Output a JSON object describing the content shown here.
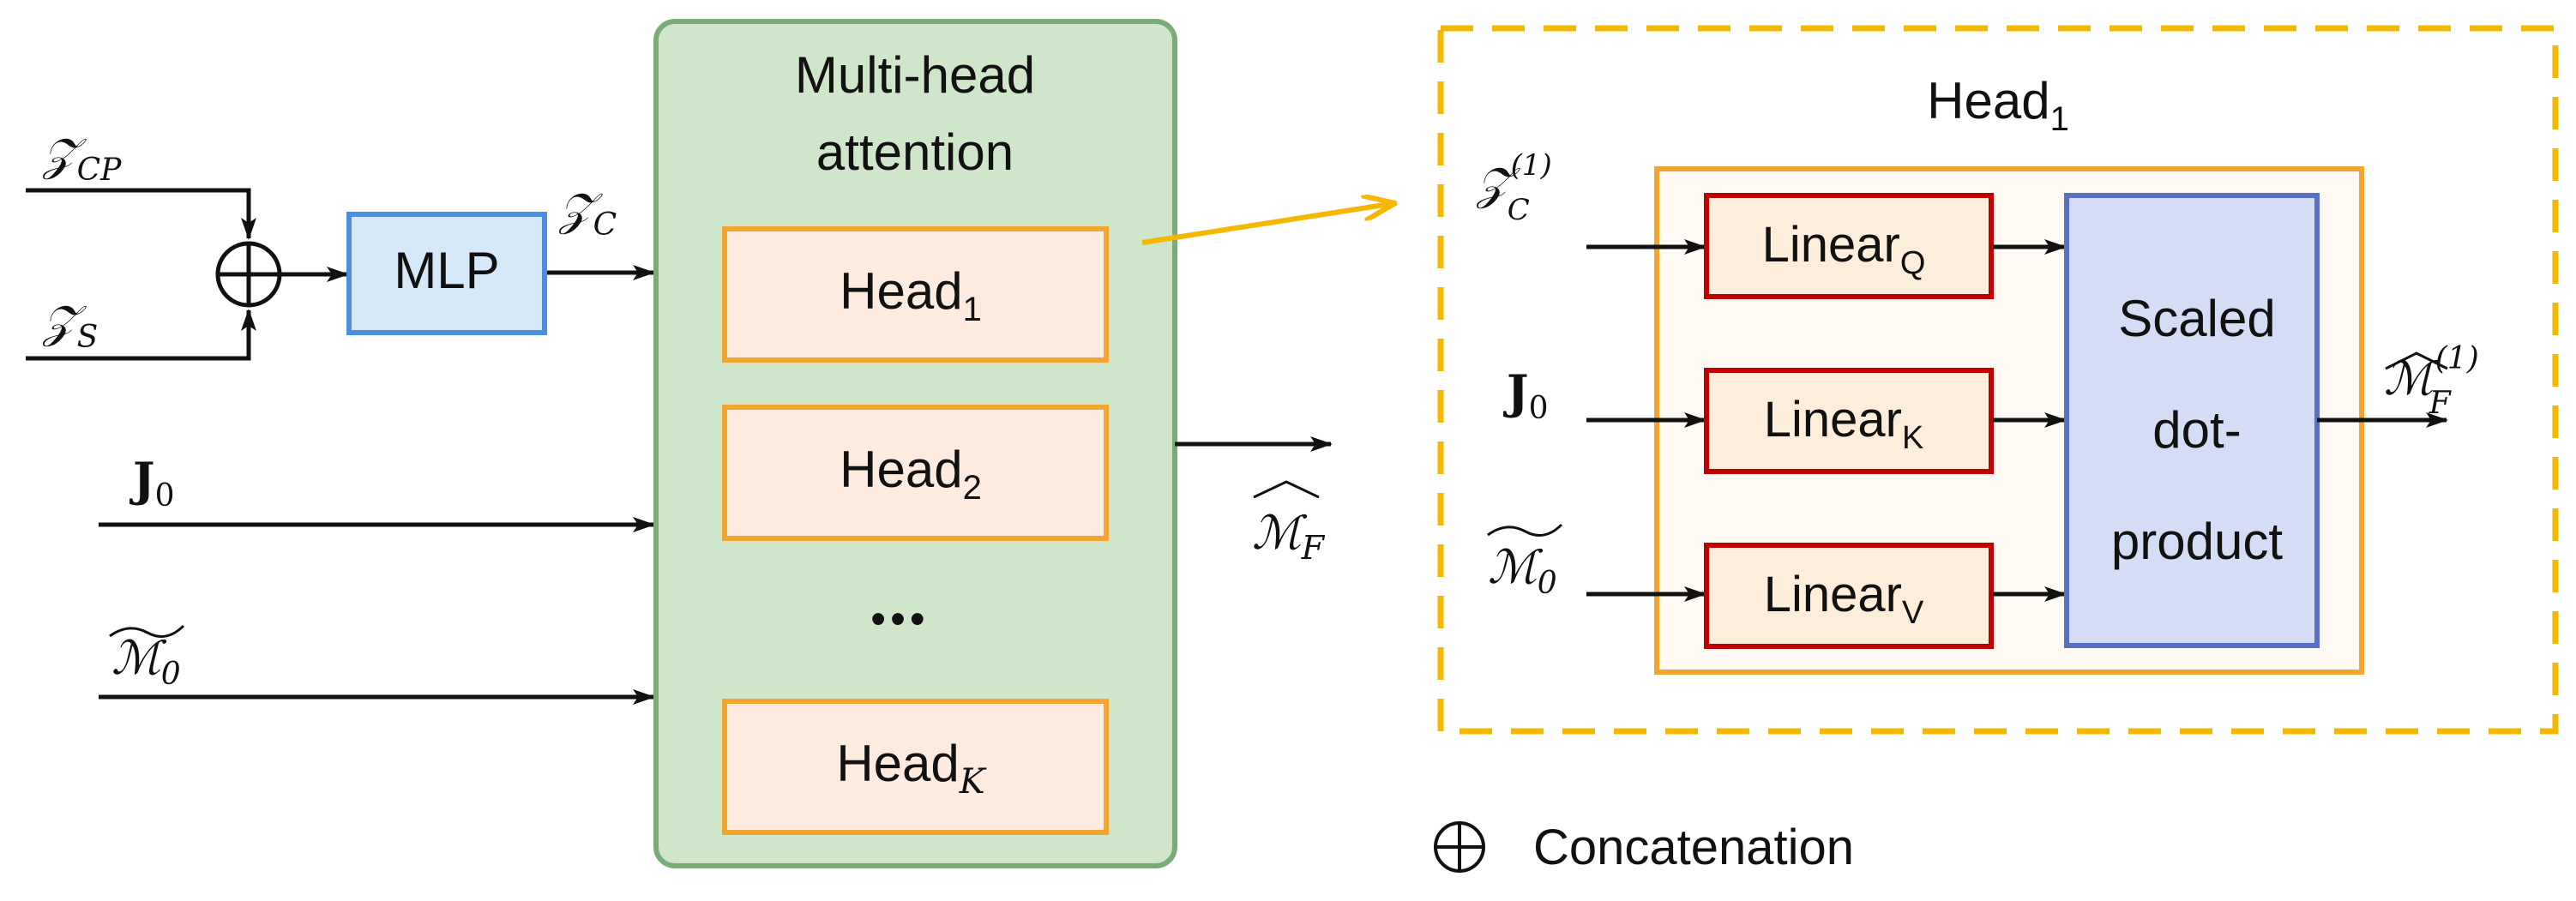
{
  "inputs": {
    "z_cp": {
      "base": "𝒵",
      "sub": "CP"
    },
    "z_s": {
      "base": "𝒵",
      "sub": "S"
    },
    "z_c": {
      "base": "𝒵",
      "sub": "C"
    },
    "j0": {
      "base": "J",
      "sub": "0"
    },
    "m0": {
      "base": "ℳ",
      "sub": "0"
    }
  },
  "mlp_label": "MLP",
  "attention": {
    "title_line1": "Multi-head",
    "title_line2": "attention",
    "heads": [
      {
        "base": "Head",
        "sub": "1"
      },
      {
        "base": "Head",
        "sub": "2"
      },
      {
        "base": "Head",
        "sub": "K"
      }
    ],
    "ellipsis": "•••"
  },
  "output": {
    "base": "ℳ",
    "sub": "F"
  },
  "detail": {
    "title": {
      "base": "Head",
      "sub": "1"
    },
    "z_c1": {
      "base": "𝒵",
      "sub": "C",
      "sup": "(1)"
    },
    "j0": {
      "base": "J",
      "sub": "0"
    },
    "m0": {
      "base": "ℳ",
      "sub": "0"
    },
    "linears": [
      {
        "base": "Linear",
        "sub": "Q"
      },
      {
        "base": "Linear",
        "sub": "K"
      },
      {
        "base": "Linear",
        "sub": "V"
      }
    ],
    "sdp_line1": "Scaled",
    "sdp_line2": "dot-",
    "sdp_line3": "product",
    "output": {
      "base": "ℳ",
      "sub": "F",
      "sup": "(1)"
    }
  },
  "legend": {
    "symbol": "⊕",
    "label": "Concatenation"
  },
  "colors": {
    "green_fill": "#cfe6ca",
    "green_stroke": "#7aab78",
    "orange": "#f3a431",
    "head_fill": "#fdebe0",
    "red": "#c00000",
    "linear_fill": "#fdeedc",
    "blue_fill": "#d5dcf5",
    "blue_stroke": "#5a70c2",
    "mlp_fill": "#d6e9fb",
    "mlp_stroke": "#4a8fe0",
    "yellow": "#f5b800"
  }
}
